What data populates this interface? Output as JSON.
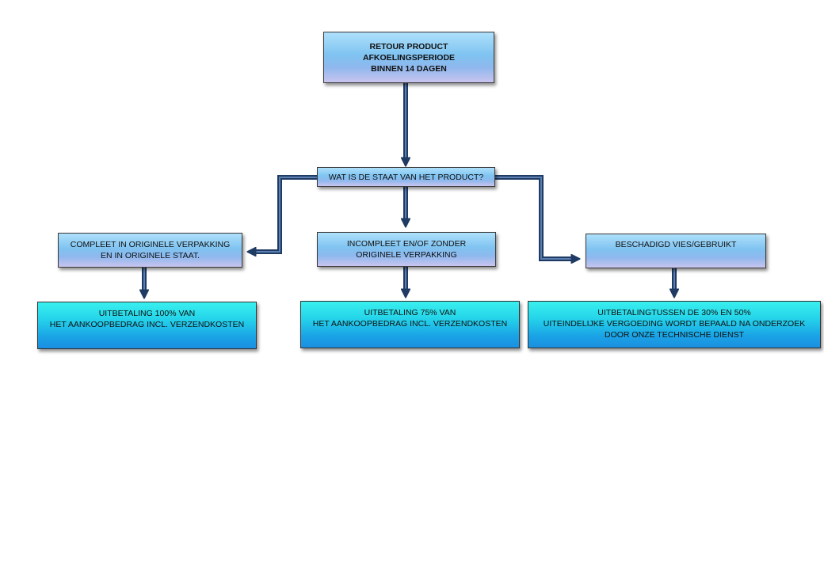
{
  "root": {
    "lines": [
      "RETOUR  PRODUCT",
      "AFKOELINGSPERIODE",
      "BINNEN 14 DAGEN"
    ]
  },
  "question": {
    "label": "WAT IS DE STAAT  VAN HET  PRODUCT?"
  },
  "conditions": [
    {
      "lines": [
        "COMPLEET  IN ORIGINELE  VERPAKKING",
        "EN  IN ORIGINELE STAAT."
      ]
    },
    {
      "lines": [
        "INCOMPLEET  EN/OF  ZONDER",
        "ORIGINELE  VERPAKKING"
      ]
    },
    {
      "lines": [
        "BESCHADIGD  VIES/GEBRUIKT"
      ]
    }
  ],
  "outcomes": [
    {
      "lines": [
        "UITBETALING  100% VAN",
        "HET  AANKOOPBEDRAG   INCL.  VERZENDKOSTEN"
      ]
    },
    {
      "lines": [
        "UITBETALING  75% VAN",
        "HET  AANKOOPBEDRAG   INCL.  VERZENDKOSTEN"
      ]
    },
    {
      "lines": [
        "UITBETALINGTUSSEN   DE 30% EN 50%",
        "UITEINDELIJKE  VERGOEDING  WORDT BEPAALD  NA ONDERZOEK",
        "DOOR  ONZE TECHNISCHE  DIENST"
      ]
    }
  ],
  "colors": {
    "connector": "#1f3b63",
    "box_blue_top": "#aee0fb",
    "box_cyan": "#25d5ea"
  }
}
